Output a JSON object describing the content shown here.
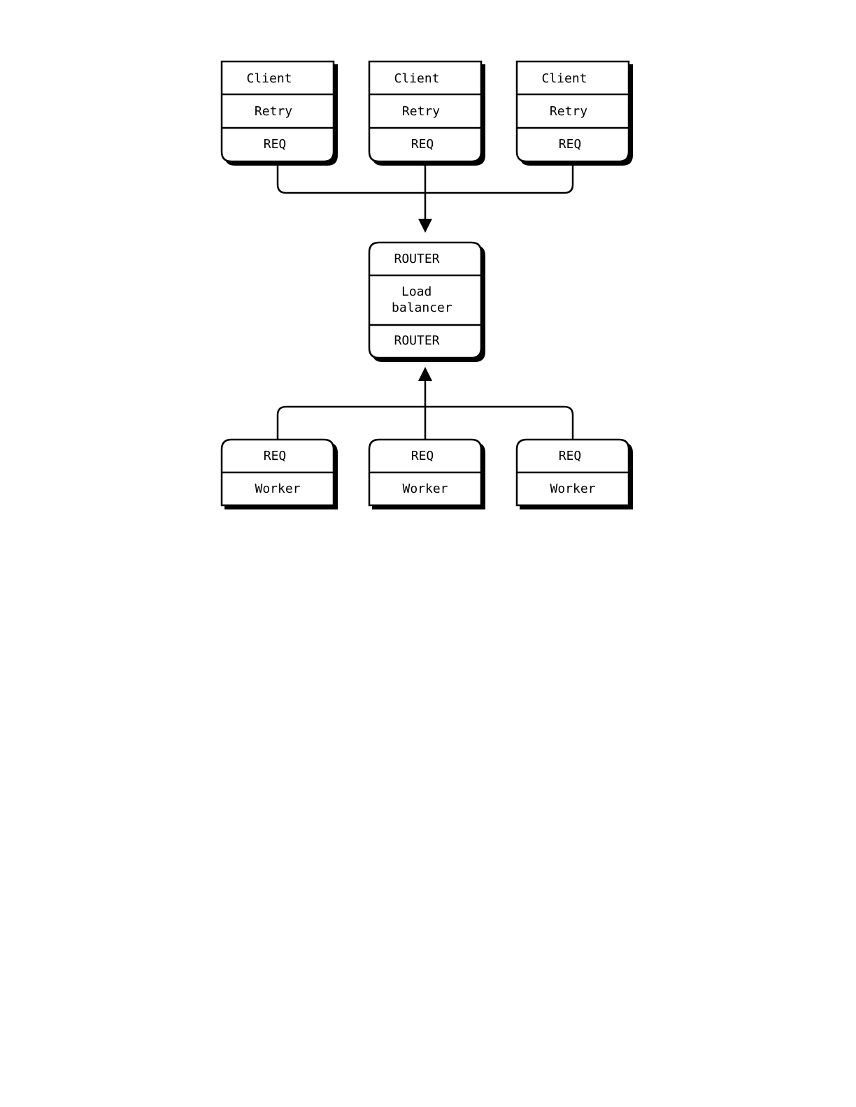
{
  "diagram": {
    "clients": [
      {
        "cells": [
          "Client",
          "Retry",
          "REQ"
        ]
      },
      {
        "cells": [
          "Client",
          "Retry",
          "REQ"
        ]
      },
      {
        "cells": [
          "Client",
          "Retry",
          "REQ"
        ]
      }
    ],
    "broker": {
      "cells": [
        "ROUTER",
        "Load\nbalancer",
        "ROUTER"
      ]
    },
    "workers": [
      {
        "cells": [
          "REQ",
          "Worker"
        ]
      },
      {
        "cells": [
          "REQ",
          "Worker"
        ]
      },
      {
        "cells": [
          "REQ",
          "Worker"
        ]
      }
    ],
    "colors": {
      "stroke": "#000000",
      "fill": "#ffffff",
      "shadow": "#000000"
    }
  }
}
